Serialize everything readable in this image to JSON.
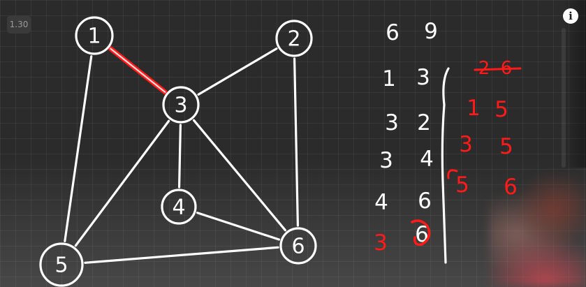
{
  "zoom_level": "1.30",
  "info_label": "i",
  "graph": {
    "nodes": [
      {
        "id": "1",
        "label": "1"
      },
      {
        "id": "2",
        "label": "2"
      },
      {
        "id": "3",
        "label": "3"
      },
      {
        "id": "4",
        "label": "4"
      },
      {
        "id": "5",
        "label": "5"
      },
      {
        "id": "6",
        "label": "6"
      }
    ],
    "edges": [
      {
        "from": "1",
        "to": "3",
        "highlighted": true
      },
      {
        "from": "1",
        "to": "5",
        "highlighted": false
      },
      {
        "from": "2",
        "to": "3",
        "highlighted": false
      },
      {
        "from": "2",
        "to": "6",
        "highlighted": false
      },
      {
        "from": "3",
        "to": "4",
        "highlighted": false
      },
      {
        "from": "3",
        "to": "5",
        "highlighted": false
      },
      {
        "from": "3",
        "to": "6",
        "highlighted": false
      },
      {
        "from": "4",
        "to": "6",
        "highlighted": false
      },
      {
        "from": "5",
        "to": "6",
        "highlighted": false
      }
    ]
  },
  "edge_table": {
    "header": [
      "6",
      "9"
    ],
    "rows": [
      [
        "1",
        "3"
      ],
      [
        "3",
        "2"
      ],
      [
        "3",
        "4"
      ],
      [
        "4",
        "6"
      ],
      [
        "3",
        "6"
      ]
    ],
    "last_row_color": "red"
  },
  "query_list": {
    "struck": [
      "2",
      "6"
    ],
    "items": [
      [
        "1",
        "5"
      ],
      [
        "3",
        "5"
      ],
      [
        "5",
        "6"
      ]
    ]
  },
  "colors": {
    "chalk": "#ffffff",
    "ink_red": "#ff1a1a",
    "background": "#2b2b2b"
  }
}
